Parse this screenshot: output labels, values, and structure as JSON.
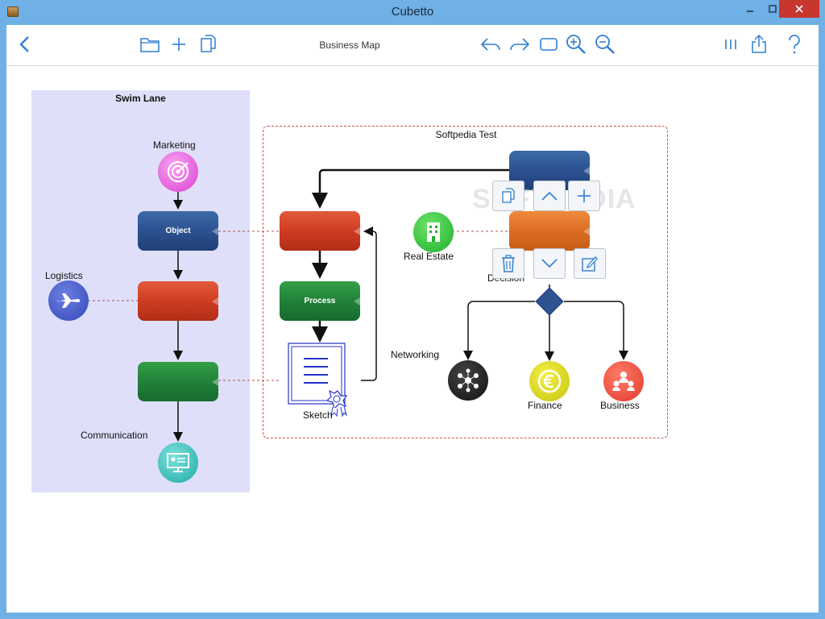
{
  "window": {
    "title": "Cubetto",
    "controls": [
      "minimize",
      "maximize",
      "close"
    ]
  },
  "toolbar": {
    "back_icon": "chevron-left-icon",
    "document_title": "Business Map",
    "left_tools": [
      "folder-icon",
      "add-icon",
      "copy-document-icon"
    ],
    "center_tools": [
      "undo-icon",
      "redo-icon",
      "fit-page-icon",
      "zoom-in-icon",
      "zoom-out-icon"
    ],
    "right_tools": [
      "properties-icon",
      "share-icon",
      "help-icon"
    ]
  },
  "canvas": {
    "swim_lane": {
      "title": "Swim Lane",
      "labels": {
        "marketing": "Marketing",
        "logistics": "Logistics",
        "communication": "Communication"
      },
      "blocks": {
        "object": "Object"
      }
    },
    "group": {
      "title": "Softpedia Test",
      "blocks": {
        "process": "Process",
        "decision": "Decision"
      },
      "labels": {
        "real_estate": "Real Estate",
        "sketch": "Sketch",
        "networking": "Networking",
        "finance": "Finance",
        "business": "Business"
      }
    },
    "watermark": "SOFTPEDIA"
  },
  "colors": {
    "title_bar": "#6fb0e6",
    "swim_lane_bg": "#dfdffa",
    "block_blue": "#2c5290",
    "block_red": "#cf3c22",
    "block_green": "#21813a",
    "block_orange": "#dc6d22",
    "connector": "#111111",
    "dashed_link": "#b05050",
    "accent": "#2f7fd0"
  }
}
